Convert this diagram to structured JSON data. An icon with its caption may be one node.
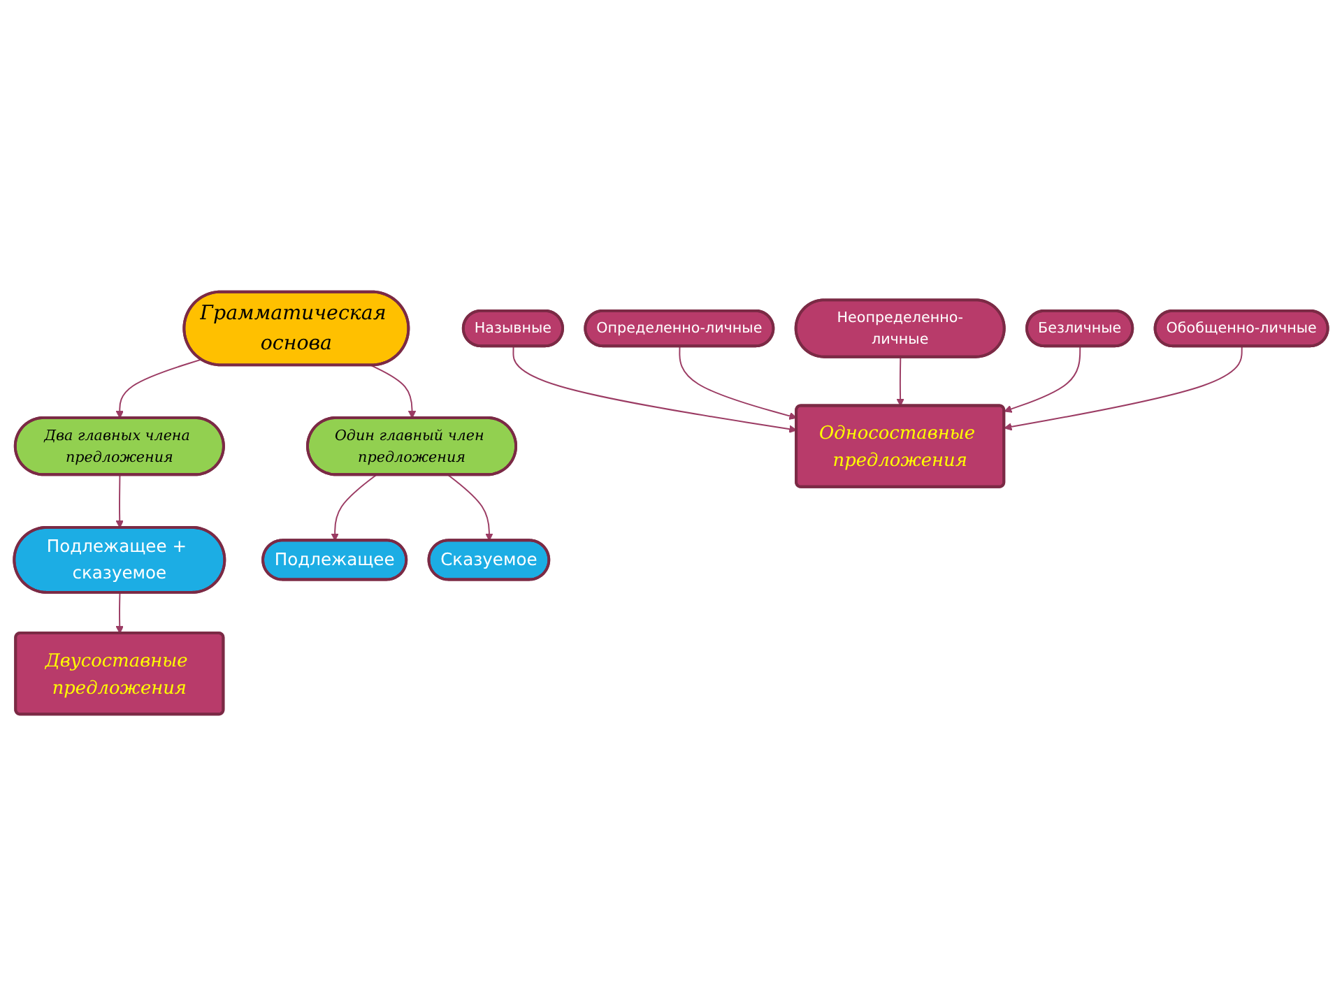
{
  "diagram": {
    "nodes": [
      {
        "text": [
          "Грамматическая основа"
        ]
      },
      {
        "text": [
          "Два главных члена предложения"
        ]
      },
      {
        "text": [
          "Один главный член предложения"
        ]
      },
      {
        "text": [
          "Подлежащее + сказуемое"
        ]
      },
      {
        "text": [
          "Подлежащее"
        ]
      },
      {
        "text": [
          "Сказуемое"
        ]
      },
      {
        "text": [
          "Двусоставные предложения"
        ]
      },
      {
        "text": [
          "Назывные"
        ]
      },
      {
        "text": [
          "Односоставные предложения"
        ]
      },
      {
        "text": [
          "Определенно-личные"
        ]
      },
      {
        "text": [
          "Неопределенно-личные"
        ]
      },
      {
        "text": [
          "Безличные"
        ]
      },
      {
        "text": [
          "Обобщенно-личные"
        ]
      }
    ],
    "edges": [
      {
        "from": 0,
        "to": 1,
        "arrow": "to"
      },
      {
        "from": 0,
        "to": 2,
        "arrow": "to"
      },
      {
        "from": 1,
        "to": 3,
        "arrow": "to"
      },
      {
        "from": 2,
        "to": 4,
        "arrow": "to"
      },
      {
        "from": 2,
        "to": 5,
        "arrow": "to"
      },
      {
        "from": 3,
        "to": 6,
        "arrow": "to"
      },
      {
        "from": 7,
        "to": 8,
        "arrow": "to"
      },
      {
        "from": 9,
        "to": 8,
        "arrow": "to"
      },
      {
        "from": 10,
        "to": 8,
        "arrow": "to"
      },
      {
        "from": 11,
        "to": 8,
        "arrow": "to"
      },
      {
        "from": 12,
        "to": 8,
        "arrow": "to"
      }
    ]
  }
}
